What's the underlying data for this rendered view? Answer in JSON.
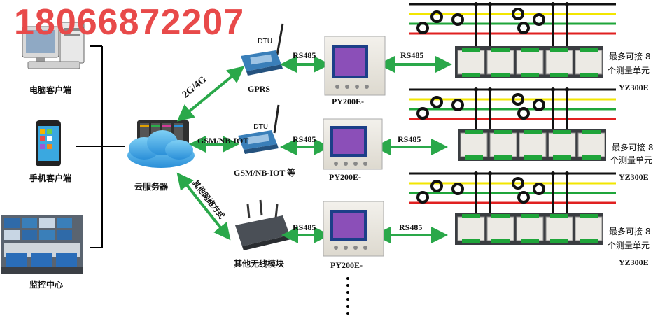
{
  "watermark": {
    "phone": "18066872207",
    "color": "#e84a4a"
  },
  "clients": {
    "computer": "电脑客户端",
    "mobile": "手机客户端",
    "monitor": "监控中心"
  },
  "cloud": {
    "label": "云服务器"
  },
  "links": {
    "mobile_net": "2G/4G",
    "gsm_nb": "GSM/NB-IOT",
    "other_net": "其他网络方式"
  },
  "gateways": {
    "dtu_top_tag": "DTU",
    "dtu_mid_tag": "DTU",
    "gprs": "GPRS",
    "gsm": "GSM/NB-IOT 等",
    "other": "其他无线模块"
  },
  "bus": {
    "rs485": "RS485"
  },
  "meters": {
    "label": "PY200E-"
  },
  "units": {
    "note_line1": "最多可接 8",
    "note_line2": "个测量单元",
    "model": "YZ300E"
  },
  "colors": {
    "arrow": "#2aa84a",
    "phase_yellow": "#f2e600",
    "phase_green": "#1fa53a",
    "phase_red": "#e02020"
  }
}
